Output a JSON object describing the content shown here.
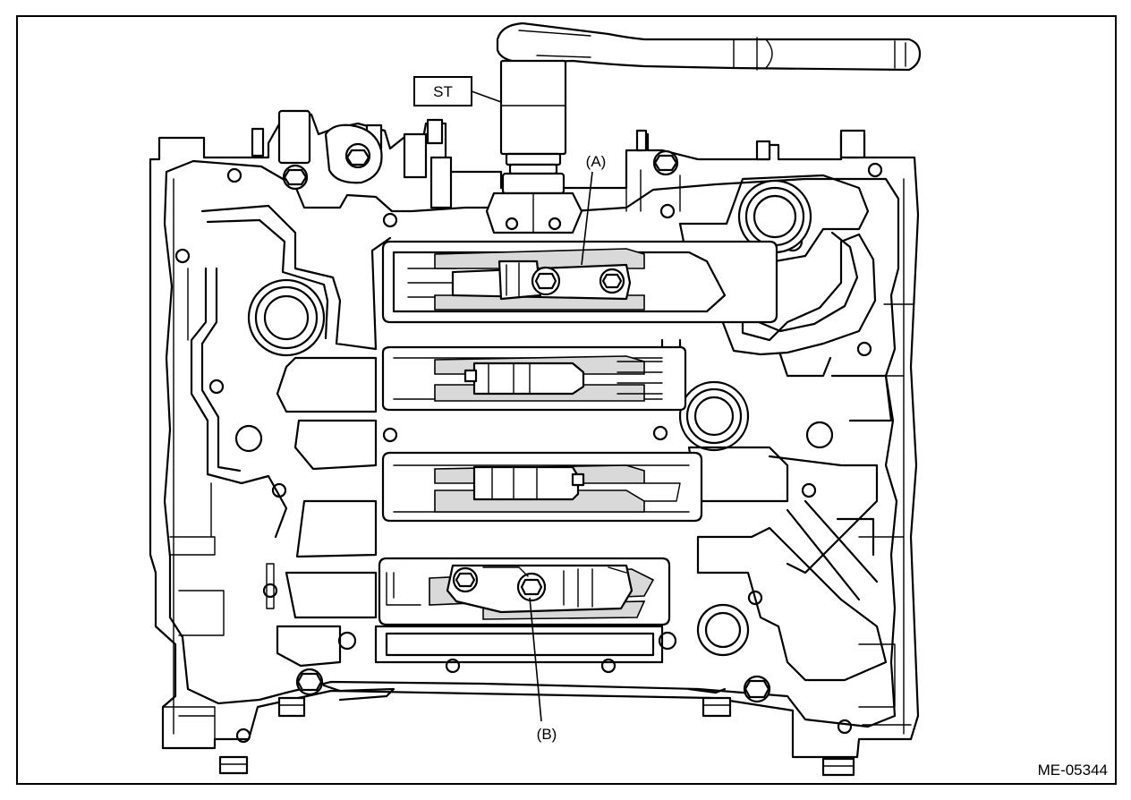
{
  "labels": {
    "st": "ST",
    "a": "(A)",
    "b": "(B)"
  },
  "figure_code": "ME-05344"
}
